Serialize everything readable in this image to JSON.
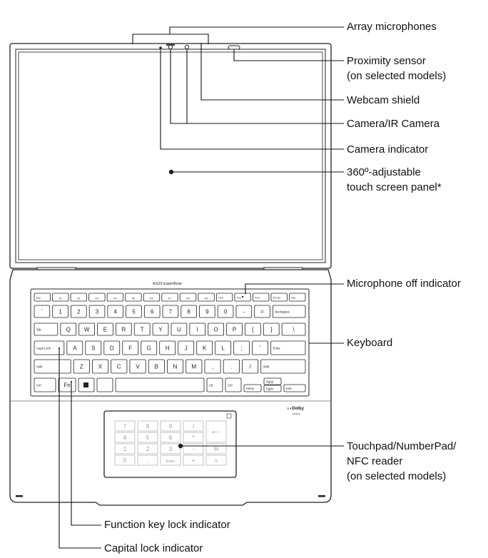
{
  "callouts": {
    "array_microphones": "Array microphones",
    "proximity_sensor": "Proximity sensor\n(on selected models)",
    "webcam_shield": "Webcam shield",
    "camera": "Camera/IR Camera",
    "camera_indicator": "Camera indicator",
    "touch_screen": "360º-adjustable\ntouch screen panel*",
    "mic_off_indicator": "Microphone off indicator",
    "keyboard": "Keyboard",
    "touchpad": "Touchpad/NumberPad/\nNFC reader\n(on selected models)",
    "function_lock": "Function key lock indicator",
    "caps_lock": "Capital lock indicator"
  },
  "device": {
    "brand": "ASUS ExpertBook",
    "dolby_top": "Dolby",
    "dolby_bottom": "ATMOS"
  },
  "keyboard": {
    "row1": [
      "Esc",
      "F1",
      "F2",
      "F3",
      "F4",
      "F5",
      "F6",
      "F7",
      "F8",
      "F9",
      "F10",
      "F11",
      "F12",
      "Prt Sc",
      "Del"
    ],
    "row2": [
      "`",
      "1",
      "2",
      "3",
      "4",
      "5",
      "6",
      "7",
      "8",
      "9",
      "0",
      "-",
      "=",
      "Backspace"
    ],
    "row3": [
      "Tab",
      "Q",
      "W",
      "E",
      "R",
      "T",
      "Y",
      "U",
      "I",
      "O",
      "P",
      "[",
      "]",
      "\\"
    ],
    "row4": [
      "Caps Lock",
      "A",
      "S",
      "D",
      "F",
      "G",
      "H",
      "J",
      "K",
      "L",
      ";",
      "'",
      "Enter"
    ],
    "row5": [
      "Shift",
      "Z",
      "X",
      "C",
      "V",
      "B",
      "N",
      "M",
      ",",
      ".",
      "/",
      "Shift"
    ],
    "row6_left": [
      "Ctrl",
      "Fn",
      ""
    ],
    "row6_right": [
      "Alt",
      "Ctrl",
      "Home",
      "PgUp",
      "PgDn",
      "End"
    ]
  },
  "numberpad": {
    "keys": [
      "7",
      "8",
      "9",
      "/",
      "4",
      "5",
      "6",
      "*",
      "1",
      "2",
      "3",
      "-",
      "0",
      ".",
      "Enter",
      "+",
      "%",
      "="
    ],
    "backspace": "⟵"
  }
}
